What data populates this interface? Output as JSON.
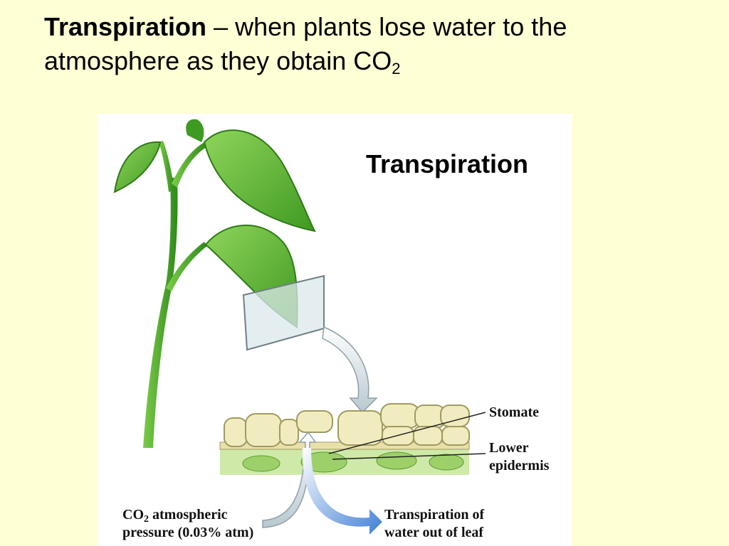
{
  "slide": {
    "title_term": "Transpiration",
    "title_rest": " – when plants lose water to the atmosphere as they obtain CO",
    "title_sub": "2"
  },
  "figure": {
    "title": "Transpiration",
    "labels": {
      "stomate": "Stomate",
      "lower_1": "Lower",
      "lower_2": "epidermis",
      "co2_a": "CO",
      "co2_sub": "2",
      "co2_b": " atmospheric",
      "co2_line2": "pressure (0.03% atm)",
      "trans_line1": "Transpiration of",
      "trans_line2": "water out of leaf"
    }
  },
  "colors": {
    "background": "#ffffd5",
    "leaf": "#6cbf3a",
    "leaf_dark": "#2f7a17",
    "stem": "#4aa62a",
    "cell": "#f1ecc0",
    "arrow_blue": "#3f7fd6"
  }
}
